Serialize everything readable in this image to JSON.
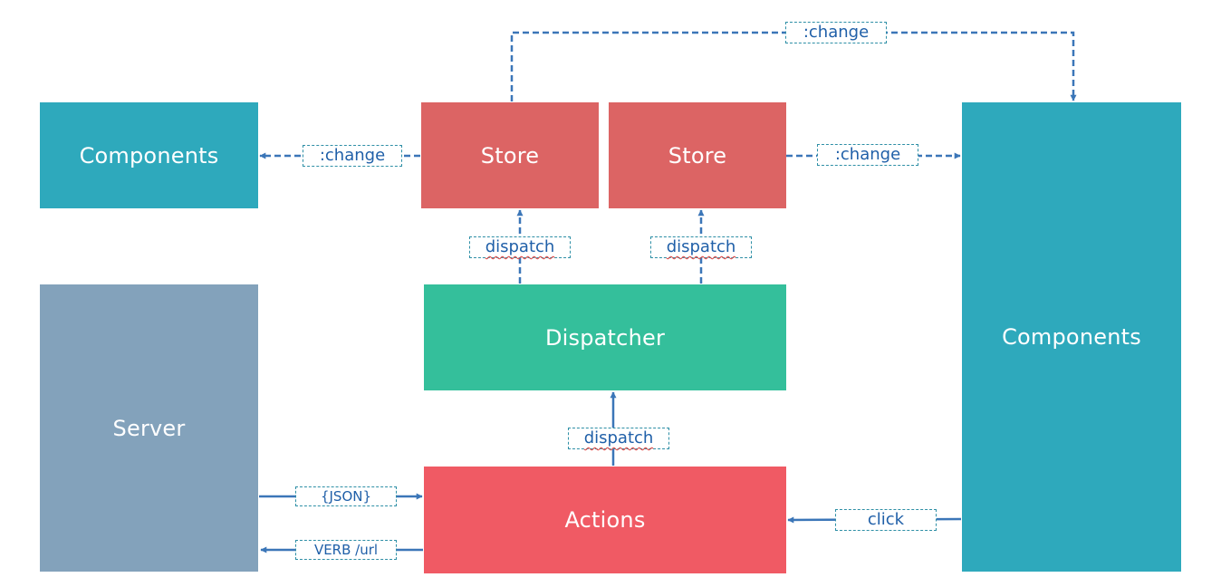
{
  "colors": {
    "components": "#2ea9bc",
    "store": "#dc6464",
    "dispatcher": "#34bf9b",
    "actions": "#f05a64",
    "server": "#83a2bb",
    "arrow": "#3b76b8",
    "label_text": "#1f5fa8",
    "label_border": "#2e8fa6"
  },
  "nodes": {
    "components_left": {
      "label": "Components"
    },
    "store_left": {
      "label": "Store"
    },
    "store_right": {
      "label": "Store"
    },
    "components_right": {
      "label": "Components"
    },
    "dispatcher": {
      "label": "Dispatcher"
    },
    "server": {
      "label": "Server"
    },
    "actions": {
      "label": "Actions"
    }
  },
  "edges": {
    "top_change": {
      "label": ":change",
      "from": "Store",
      "to": "Components"
    },
    "left_change": {
      "label": ":change",
      "from": "Store",
      "to": "Components"
    },
    "right_change": {
      "label": ":change",
      "from": "Store",
      "to": "Components"
    },
    "dispatch_store_left": {
      "label": "dispatch",
      "from": "Dispatcher",
      "to": "Store"
    },
    "dispatch_store_right": {
      "label": "dispatch",
      "from": "Dispatcher",
      "to": "Store"
    },
    "dispatch_actions": {
      "label": "dispatch",
      "from": "Actions",
      "to": "Dispatcher"
    },
    "json": {
      "label": "{JSON}",
      "from": "Server",
      "to": "Actions"
    },
    "verb": {
      "label": "VERB /url",
      "from": "Actions",
      "to": "Server"
    },
    "click": {
      "label": "click",
      "from": "Components",
      "to": "Actions"
    }
  }
}
